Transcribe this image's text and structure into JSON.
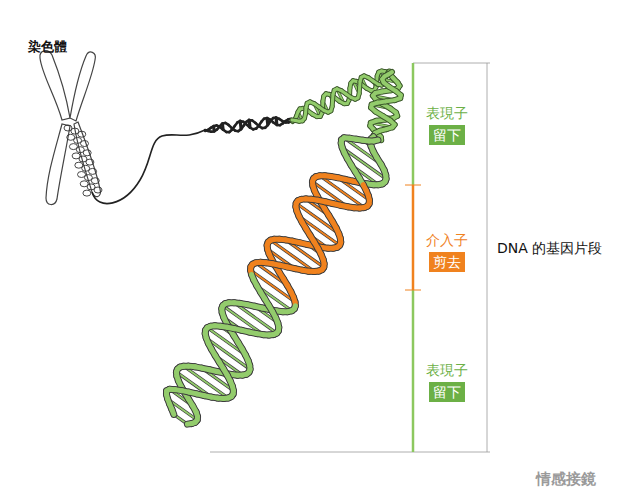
{
  "diagram": {
    "nodes": [
      {
        "text": [
          "表現子",
          "留下"
        ]
      },
      {
        "text": [
          "介入子",
          "剪去"
        ]
      },
      {
        "text": [
          "表現子",
          "留下"
        ]
      }
    ],
    "labels": [
      "染色體",
      "DNA 的基因片段",
      "情感接鏡"
    ]
  }
}
